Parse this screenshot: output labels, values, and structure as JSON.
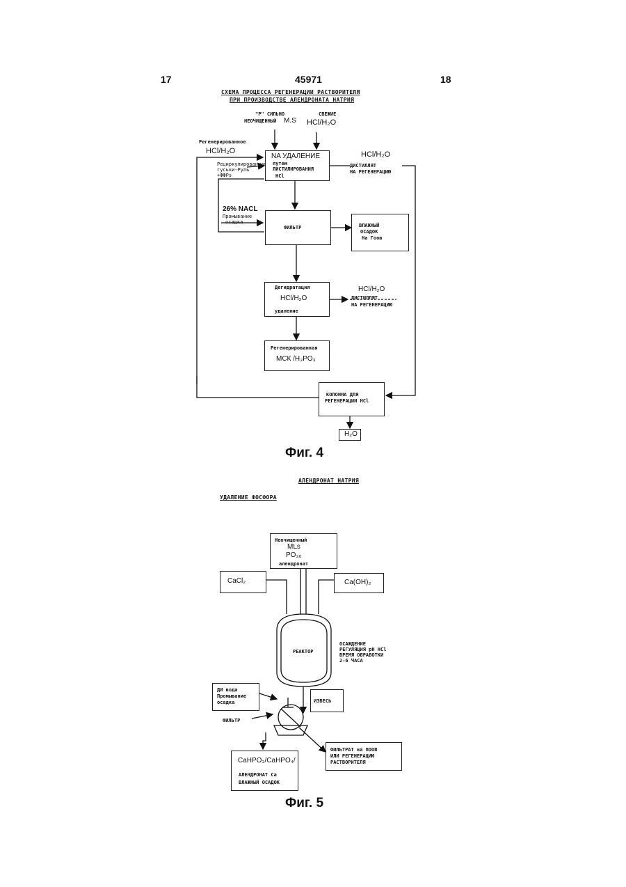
{
  "header": {
    "page_left": "17",
    "doc_number": "45971",
    "page_right": "18"
  },
  "fig4": {
    "title_line1": "СХЕМА ПРОЦЕССА РЕГЕНЕРАЦИИ РАСТВОРИТЕЛЯ",
    "title_line2": "ПРИ ПРОИЗВОДСТВЕ АЛЕНДРОНАТА НАТРИЯ",
    "input_left_1": "\"P\" СИЛЬНО",
    "input_left_2": "НЕОЧИЩЕННЫЙ",
    "input_left_3": "M.S",
    "input_right_1": "СВЕЖИЕ",
    "input_right_2": "HCl/H₂O",
    "regen_label": "Регенерированное",
    "regen_chem": "HCl/H₂O",
    "recycled_1": "Рециркулированная",
    "recycled_2": "гуськи-Руль",
    "recycled_3": "+ФФРs",
    "box1_line1": "NA  УДАЛЕНИЕ",
    "box1_line2": "путем",
    "box1_line3": "ЛИСТИЛИРОВАНИЯ",
    "box1_line4": "HCl",
    "right_top_chem": "HCl/H₂O",
    "right_top_1": "ДИСТИЛЛЯТ",
    "right_top_2": "НА РЕГЕНЕРАЦИЮ",
    "nacl_1": "26% NACL",
    "nacl_2": "Промывание",
    "nacl_3": "осадка",
    "filter_label": "ФИЛЬТР",
    "wet_1": "ВЛАЖНЫЙ",
    "wet_2": "ОСАДОК",
    "wet_3": "На Гоов",
    "dehydr_top": "Дегидратация",
    "dehydr_chem": "HCl/H₂O",
    "dehydr_bottom": "удаление",
    "right_mid_chem": "HCl/H₂O",
    "right_mid_1": "ДИСТИЛЛЯТ",
    "right_mid_2": "НА РЕГЕНЕРАЦИЮ",
    "regen_box_1": "Регенерированная",
    "regen_box_2": "МСК /H₃PO₃",
    "column_1": "КОЛОННА ДЛЯ",
    "column_2": "РЕГЕНЕРАЦИИ HCl",
    "water": "H₂O",
    "caption": "Фиг. 4"
  },
  "fig5": {
    "title_1": "АЛЕНДРОНАТ НАТРИЯ",
    "title_2": "УДАЛЕНИЕ ФОСФОРА",
    "top_box_1": "Неочищенный",
    "top_box_2": "MLs",
    "top_box_3": "PO₃₀",
    "top_box_4": "алендронат",
    "cacl2": "CaCl₂",
    "caoh2": "Ca(OH)₂",
    "reactor": "РЕАКТОР",
    "right_note_1": "ОСАЖДЕНИЕ",
    "right_note_2": "РЕГУЛЯЦИЯ pH HCl",
    "right_note_3": "ВРЕМЯ ОБРАБОТКИ",
    "right_note_4": "2-6 ЧАСА",
    "di_1": "ДИ вода",
    "di_2": "Промывание",
    "di_3": "осадка",
    "lime": "ИЗВЕСЬ",
    "filter": "ФИЛЬТР",
    "filtrate_1": "ФИЛЬТРАТ на ПООВ",
    "filtrate_2": "ИЛИ РЕГЕНЕРАЦИЮ",
    "filtrate_3": "РАСТВОРИТЕЛЯ",
    "product_1": "CaHPO₃/CaHPO₄/",
    "product_2": "АЛЕНДРОНАТ Ca",
    "product_3": "ВЛАЖНЫЙ ОСАДОК",
    "caption": "Фиг. 5"
  }
}
